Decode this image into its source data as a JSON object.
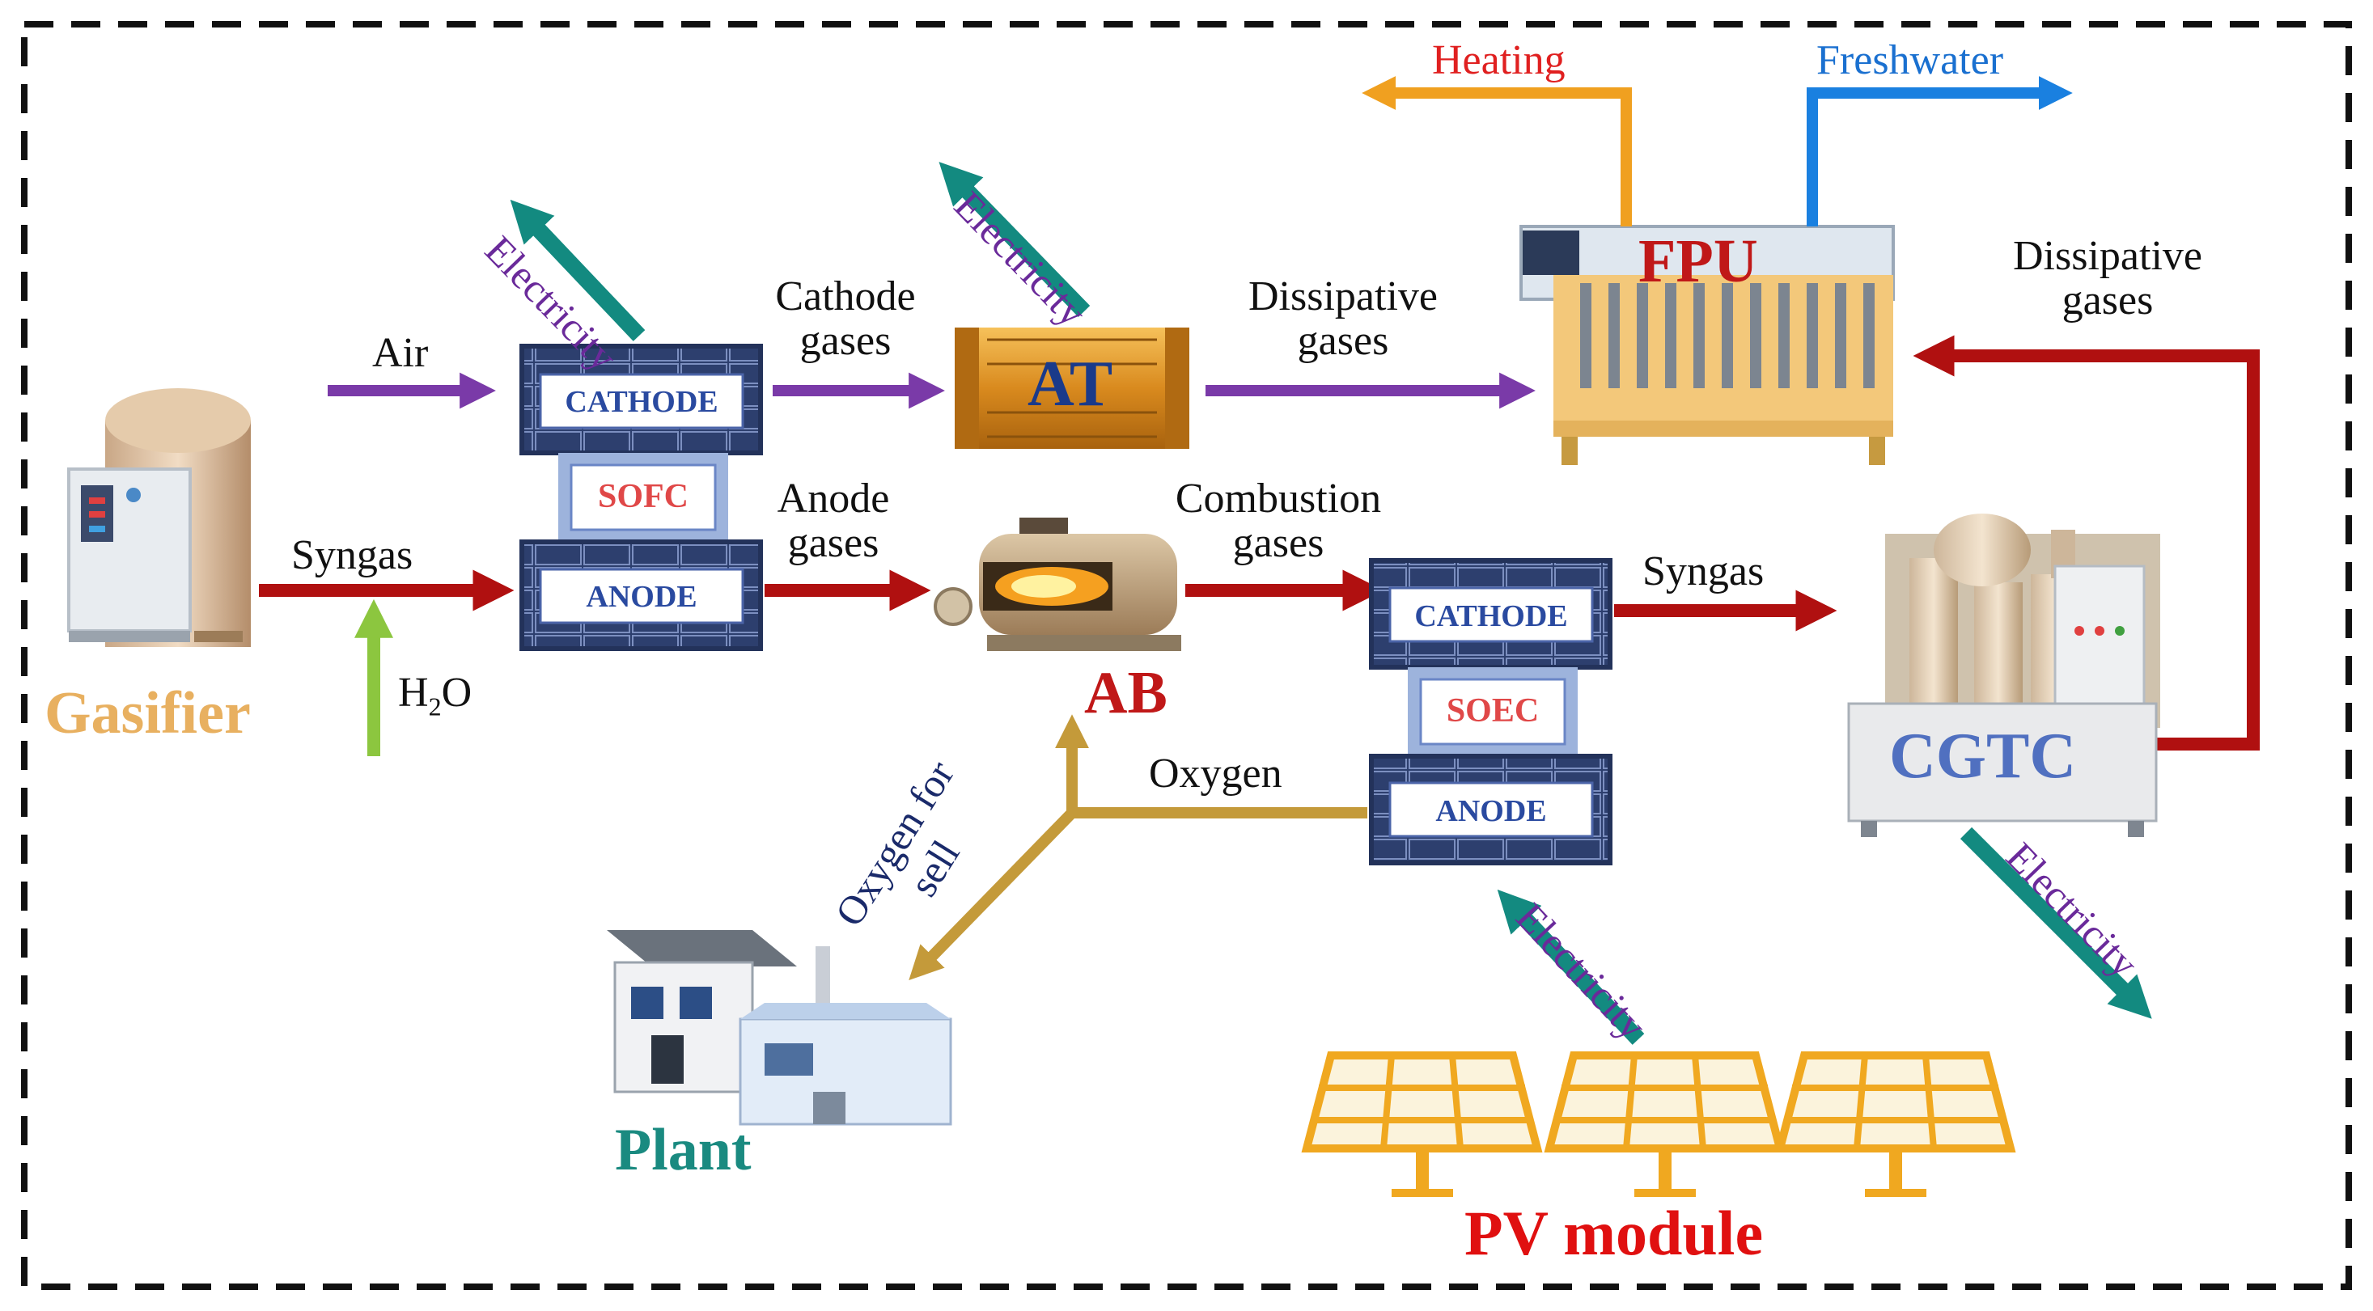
{
  "components": {
    "gasifier": "Gasifier",
    "sofc": {
      "cathode": "CATHODE",
      "core": "SOFC",
      "anode": "ANODE"
    },
    "at": "AT",
    "ab": "AB",
    "soec": {
      "cathode": "CATHODE",
      "core": "SOEC",
      "anode": "ANODE"
    },
    "fpu": "FPU",
    "cgtc": "CGTC",
    "plant": "Plant",
    "pv": "PV module"
  },
  "streams": {
    "air": "Air",
    "syngas_in": "Syngas",
    "h2o_main": "H",
    "h2o_sub": "2",
    "h2o_end": "O",
    "cathode_gases_1": "Cathode",
    "cathode_gases_2": "gases",
    "anode_gases_1": "Anode",
    "anode_gases_2": "gases",
    "dissipative_1": "Dissipative",
    "dissipative_2": "gases",
    "combustion_1": "Combustion",
    "combustion_2": "gases",
    "syngas_out": "Syngas",
    "dissipative_right_1": "Dissipative",
    "dissipative_right_2": "gases",
    "oxygen": "Oxygen",
    "oxygen_sell_1": "Oxygen for",
    "oxygen_sell_2": "sell",
    "heating": "Heating",
    "freshwater": "Freshwater",
    "electricity": "Electricity"
  },
  "colors": {
    "syngas_red": "#b01010",
    "air_purple": "#7a3aa8",
    "electricity_teal": "#138a80",
    "oxygen_gold": "#c49a3a",
    "heating_orange": "#f0a020",
    "freshwater_blue": "#1a80e0",
    "h2o_green": "#8cc63f",
    "gasifier_label": "#e8b060",
    "plant_label": "#1a8a80",
    "pv_label": "#e01010",
    "cgtc_label": "#5070c0"
  }
}
